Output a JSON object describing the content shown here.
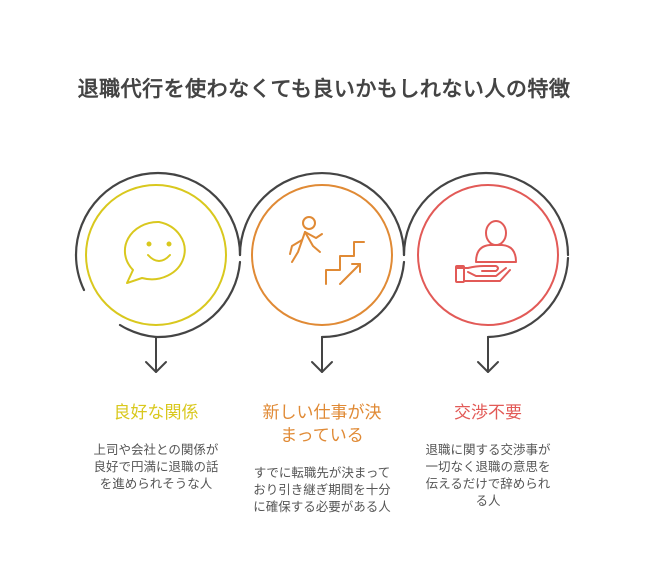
{
  "title": "退職代行を使わなくても良いかもしれない人の特徴",
  "colors": {
    "yellow": "#D9C81E",
    "orange": "#E08A35",
    "red": "#E25A57",
    "dark": "#444444",
    "text": "#555555"
  },
  "items": [
    {
      "title": "良好な関係",
      "description": "上司や会社との関係が良好で円満に退職の話を進められそうな人",
      "icon": "smiley-speech-bubble-icon",
      "color": "#D9C81E"
    },
    {
      "title": "新しい仕事が決まっている",
      "description": "すでに転職先が決まっており引き継ぎ期間を十分に確保する必要がある人",
      "icon": "person-climbing-stairs-icon",
      "color": "#E08A35"
    },
    {
      "title": "交渉不要",
      "description": "退職に関する交渉事が一切なく退職の意思を伝えるだけで辞められる人",
      "icon": "person-hand-icon",
      "color": "#E25A57"
    }
  ]
}
